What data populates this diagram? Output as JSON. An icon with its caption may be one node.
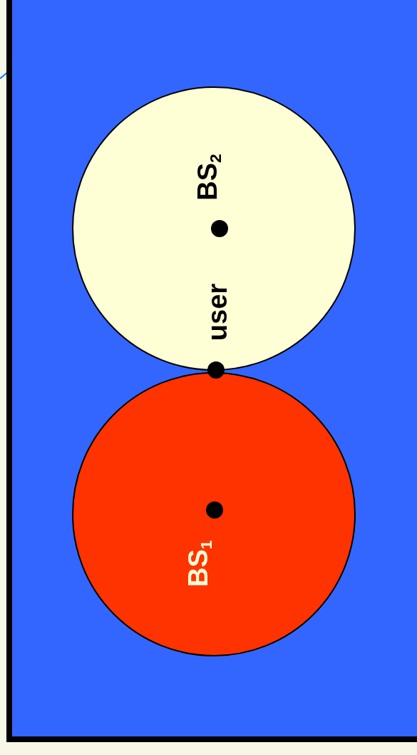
{
  "diagram": {
    "nodes": [
      {
        "text": [
          "BS$_{2}$"
        ]
      },
      {
        "text": [
          "BS$_{1}$"
        ]
      }
    ],
    "labels": [
      "user"
    ]
  }
}
